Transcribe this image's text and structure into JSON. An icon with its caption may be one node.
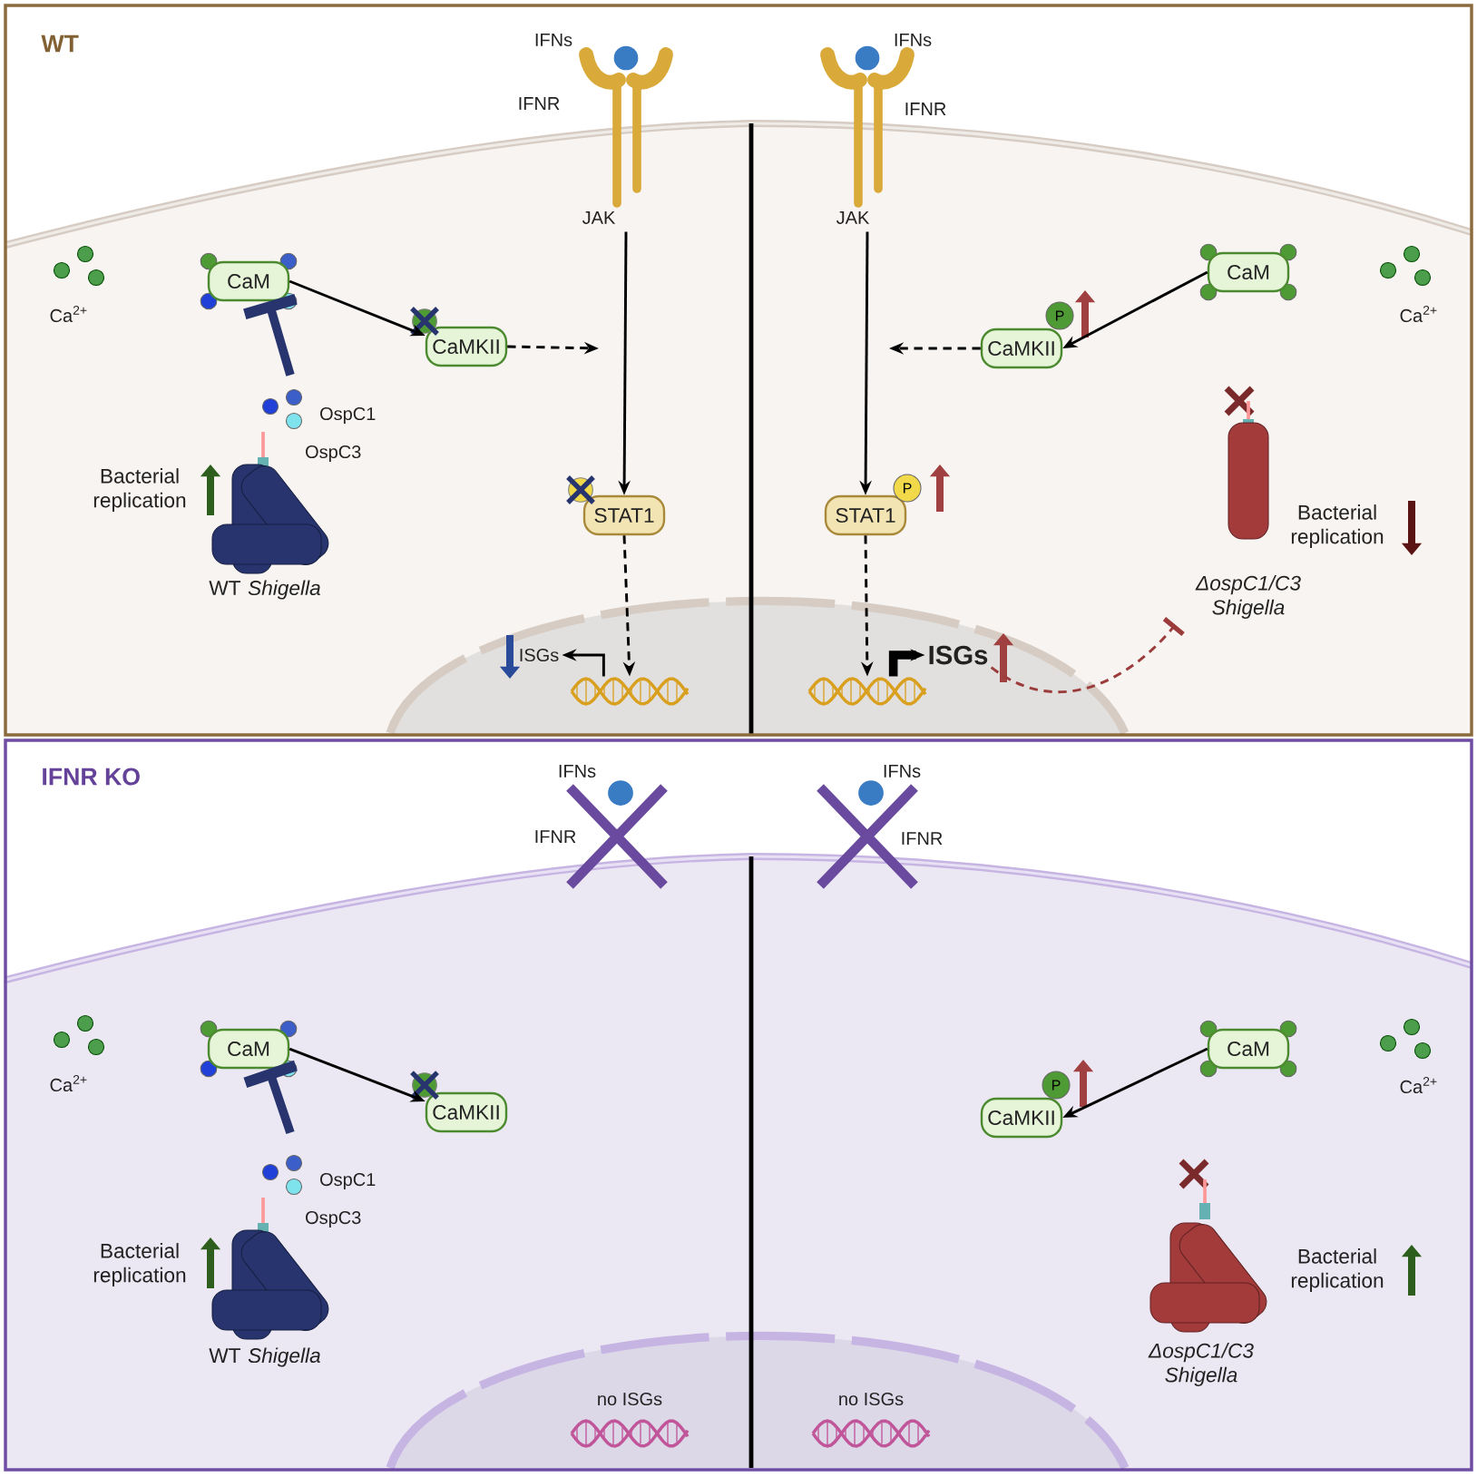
{
  "diagram": {
    "nodes": [
      {
        "text": [
          "WT"
        ]
      },
      {
        "text": [
          "CaM"
        ],
        "in": 0
      },
      {
        "text": [
          "CaMKII"
        ],
        "in": 0
      },
      {
        "text": [
          "IFNs",
          "IFNR",
          "JAK"
        ],
        "in": 0
      },
      {
        "text": [
          "STAT1"
        ],
        "in": 0
      },
      {
        "text": [],
        "shape": "picture",
        "in": 0
      },
      {
        "text": [
          "ISGs"
        ],
        "in": 0
      },
      {
        "text": [
          "OspC1",
          "OspC3",
          "WT *Shigella*"
        ],
        "in": 0
      },
      {
        "text": [
          "IFNs",
          "IFNR",
          "JAK"
        ],
        "in": 0
      },
      {
        "text": [
          "STAT1"
        ],
        "in": 0
      },
      {
        "text": [
          "CaM"
        ],
        "in": 0
      },
      {
        "text": [
          "CaMKII"
        ],
        "in": 0
      },
      {
        "text": [],
        "shape": "picture",
        "in": 0
      },
      {
        "text": [
          "ISGs"
        ],
        "in": 0
      },
      {
        "text": [
          "ΔospC1/C3 Shigella"
        ],
        "in": 0
      },
      {
        "text": [
          "IFNR KO"
        ]
      },
      {
        "text": [
          "IFNs",
          "IFNR"
        ],
        "in": 15
      },
      {
        "text": [
          "CaM"
        ],
        "in": 15
      },
      {
        "text": [
          "CaMKII"
        ],
        "in": 15
      },
      {
        "text": [
          "OspC1",
          "OspC3",
          "WT *Shigella*"
        ],
        "in": 15
      },
      {
        "text": [
          "IFNs",
          "IFNR"
        ],
        "in": 15
      },
      {
        "text": [
          "CaM"
        ],
        "in": 15
      },
      {
        "text": [
          "CaMKII"
        ],
        "in": 15
      },
      {
        "text": [
          "ΔospC1/C3 Shigella"
        ],
        "in": 15
      }
    ],
    "edges": [
      {
        "from": 3,
        "to": 4,
        "arrow": "to"
      },
      {
        "from": 4,
        "to": 5,
        "arrow": "to",
        "style": "dashed"
      },
      {
        "from": 5,
        "to": 6,
        "arrow": "to"
      },
      {
        "from": 1,
        "to": 2,
        "arrow": "to"
      },
      {
        "from": 2,
        "to": null,
        "arrow": "to",
        "style": "dashed"
      },
      {
        "from": 7,
        "to": 1,
        "arrow": "other",
        "style": "thick",
        "color": "#27346e"
      },
      {
        "from": 8,
        "to": 9,
        "arrow": "to"
      },
      {
        "from": 9,
        "to": 12,
        "arrow": "to",
        "style": "dashed"
      },
      {
        "from": 12,
        "to": 13,
        "arrow": "to",
        "style": "thick"
      },
      {
        "from": 10,
        "to": 11,
        "arrow": "to"
      },
      {
        "from": 11,
        "to": null,
        "arrow": "to",
        "style": "dashed"
      },
      {
        "from": 13,
        "to": 14,
        "arrow": "other",
        "style": "dashed",
        "color": "#9b3b3b"
      },
      {
        "from": 17,
        "to": 18,
        "arrow": "to"
      },
      {
        "from": 19,
        "to": 17,
        "arrow": "other",
        "style": "thick",
        "color": "#27346e"
      },
      {
        "from": 21,
        "to": 22,
        "arrow": "to"
      }
    ],
    "labels": [
      "Ca$^{2+}$",
      "Bacterial replication",
      "P",
      "P",
      "Ca$^{2+}$",
      "Bacterial replication",
      "Ca$^{2+}$",
      "Bacterial replication",
      "no ISGs",
      "no ISGs",
      "P",
      "Ca$^{2+}$",
      "Bacterial replication"
    ]
  }
}
